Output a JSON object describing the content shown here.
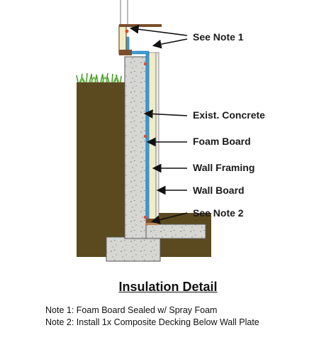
{
  "callouts": {
    "note1": "See Note 1",
    "concrete": "Exist. Concrete",
    "foam": "Foam Board",
    "framing": "Wall Framing",
    "wallboard": "Wall Board",
    "note2": "See Note 2"
  },
  "title": "Insulation Detail",
  "notes": {
    "note1": "Note 1: Foam Board Sealed w/ Spray Foam",
    "note2": "Note 2: Install 1x Composite Decking Below Wall Plate"
  },
  "colors": {
    "soil": "#5b4a1f",
    "grass": "#5aa83a",
    "concrete": "#d6d6d2",
    "foam": "#3d9bd4",
    "framing": "#f2ecc4",
    "wallboard": "#e9e9e6",
    "spray_foam": "#e34a2a",
    "wood_plate": "#7a4e2a"
  }
}
